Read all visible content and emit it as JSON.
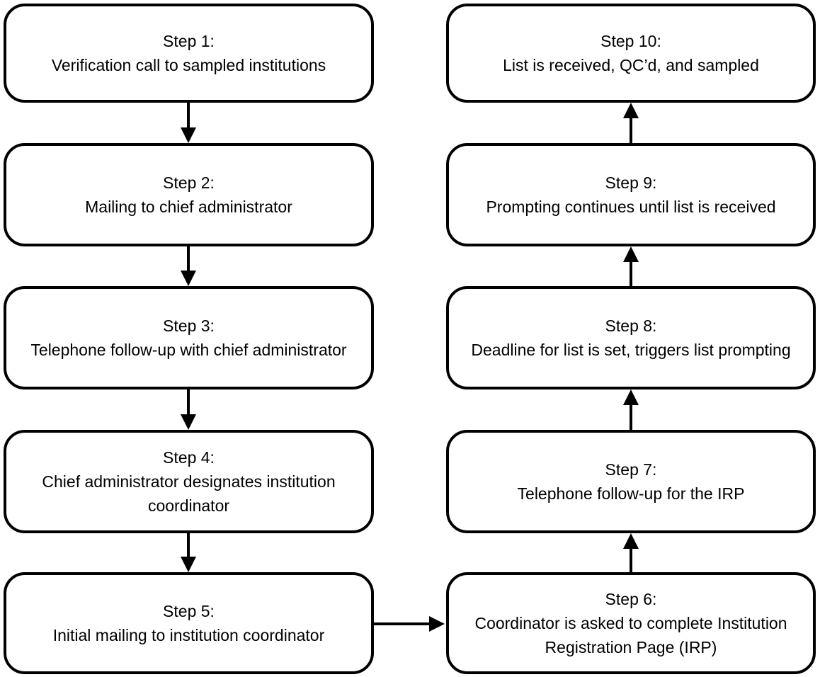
{
  "diagram": {
    "type": "flowchart",
    "orientation": "two-column-serpentine",
    "background_color": "#ffffff",
    "stroke_color": "#000000",
    "text_color": "#000000",
    "nodes": [
      {
        "id": "step-1",
        "title": "Step 1:",
        "body": "Verification call to sampled institutions",
        "text": "Step 1:\nVerification call to sampled institutions",
        "column": "left",
        "row": 1
      },
      {
        "id": "step-2",
        "title": "Step 2:",
        "body": "Mailing to chief administrator",
        "text": "Step 2:\nMailing to chief administrator",
        "column": "left",
        "row": 2
      },
      {
        "id": "step-3",
        "title": "Step 3:",
        "body": "Telephone follow-up with chief administrator",
        "text": "Step 3:\nTelephone follow-up with chief administrator",
        "column": "left",
        "row": 3
      },
      {
        "id": "step-4",
        "title": "Step 4:",
        "body": "Chief administrator designates institution coordinator",
        "text": "Step 4:\nChief administrator designates institution\ncoordinator",
        "column": "left",
        "row": 4
      },
      {
        "id": "step-5",
        "title": "Step 5:",
        "body": "Initial mailing to institution coordinator",
        "text": "Step 5:\nInitial mailing to institution coordinator",
        "column": "left",
        "row": 5
      },
      {
        "id": "step-6",
        "title": "Step 6:",
        "body": "Coordinator is asked to complete Institution Registration Page (IRP)",
        "text": "Step 6:\nCoordinator is asked to complete Institution\nRegistration Page (IRP)",
        "column": "right",
        "row": 5
      },
      {
        "id": "step-7",
        "title": "Step 7:",
        "body": "Telephone follow-up for the IRP",
        "text": "Step 7:\nTelephone follow-up for the IRP",
        "column": "right",
        "row": 4
      },
      {
        "id": "step-8",
        "title": "Step 8:",
        "body": "Deadline for list is set, triggers list prompting",
        "text": "Step 8:\nDeadline for list is set, triggers list prompting",
        "column": "right",
        "row": 3
      },
      {
        "id": "step-9",
        "title": "Step 9:",
        "body": "Prompting continues until list is received",
        "text": "Step 9:\nPrompting continues until list is received",
        "column": "right",
        "row": 2
      },
      {
        "id": "step-10",
        "title": "Step 10:",
        "body": "List is received, QC’d, and sampled",
        "text": "Step 10:\nList is received, QC’d, and sampled",
        "column": "right",
        "row": 1
      }
    ],
    "edges": [
      {
        "id": "edge-1-2",
        "from": "step-1",
        "to": "step-2",
        "direction": "down"
      },
      {
        "id": "edge-2-3",
        "from": "step-2",
        "to": "step-3",
        "direction": "down"
      },
      {
        "id": "edge-3-4",
        "from": "step-3",
        "to": "step-4",
        "direction": "down"
      },
      {
        "id": "edge-4-5",
        "from": "step-4",
        "to": "step-5",
        "direction": "down"
      },
      {
        "id": "edge-5-6",
        "from": "step-5",
        "to": "step-6",
        "direction": "right"
      },
      {
        "id": "edge-6-7",
        "from": "step-6",
        "to": "step-7",
        "direction": "up"
      },
      {
        "id": "edge-7-8",
        "from": "step-7",
        "to": "step-8",
        "direction": "up"
      },
      {
        "id": "edge-8-9",
        "from": "step-8",
        "to": "step-9",
        "direction": "up"
      },
      {
        "id": "edge-9-10",
        "from": "step-9",
        "to": "step-10",
        "direction": "up"
      }
    ]
  }
}
